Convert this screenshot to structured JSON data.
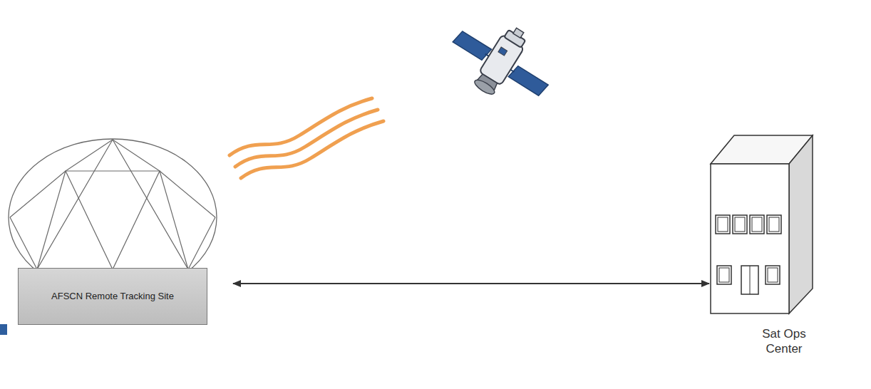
{
  "diagram": {
    "nodes": [
      {
        "text": [
          "AFSCN Remote Tracking Site"
        ]
      },
      {
        "text": [
          "Sat Ops Center"
        ]
      }
    ],
    "edges": [
      {
        "from": 0,
        "to": 1,
        "arrow": "both"
      }
    ]
  }
}
